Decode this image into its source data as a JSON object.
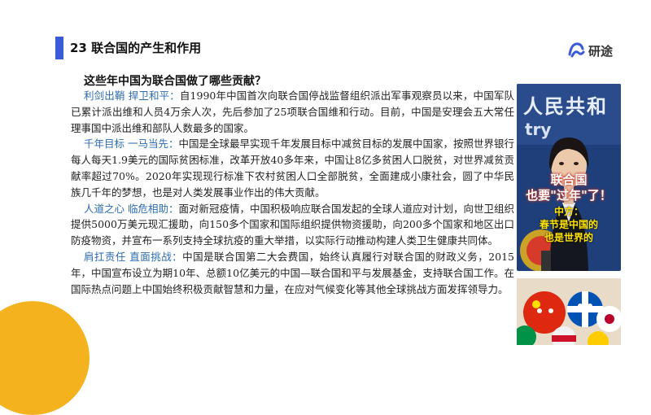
{
  "title": "23 联合国的产生和作用",
  "logo": {
    "text": "研途"
  },
  "question": "这些年中国为联合国做了哪些贡献？",
  "paragraphs": [
    {
      "heading": "利剑出鞘 捍卫和平：",
      "body": "自1990年中国首次向联合国停战监督组织派出军事观察员以来，中国军队已累计派出维和人员4万余人次，先后参加了25项联合国维和行动。目前，中国是安理会五大常任理事国中派出维和部队人数最多的国家。"
    },
    {
      "heading": "千年目标 一马当先：",
      "body": "中国是全球最早实现千年发展目标中减贫目标的发展中国家，按照世界银行每人每天1.9美元的国际贫困标准，改革开放40多年来，中国让8亿多贫困人口脱贫，对世界减贫贡献率超过70%。2020年实现现行标准下农村贫困人口全部脱贫，全面建成小康社会，圆了中华民族几千年的梦想，也是对人类发展事业作出的伟大贡献。"
    },
    {
      "heading": "人道之心 临危相助：",
      "body": "面对新冠疫情，中国积极响应联合国发起的全球人道应对计划，向世卫组织提供5000万美元现汇援助，向150多个国家和国际组织提供物资援助，向200多个国家和地区出口防疫物资，并宣布一系列支持全球抗疫的重大举措，以实际行动推动构建人类卫生健康共同体。"
    },
    {
      "heading": "肩扛责任 直面挑战：",
      "body": "中国是联合国第二大会费国，始终认真履行对联合国的财政义务，2015年，中国宣布设立为期10年、总额10亿美元的中国—联合国和平与发展基金，支持联合国工作。在国际热点问题上中国始终积极贡献智慧和力量，在应对气候变化等其他全球挑战方面发挥领导力。"
    }
  ],
  "photo": {
    "banner": "人民共和",
    "banner_sub": "try",
    "caption1_line1": "联合国",
    "caption1_line2": "也要\"过年\"了！",
    "caption2_line1": "中方：",
    "caption2_line2": "春节是中国的",
    "caption2_line3": "也是世界的"
  },
  "colors": {
    "accent": "#3a5bd9",
    "highlight": "#2b6cb0",
    "corner": "#f5b21f",
    "caption_yellow": "#ffe400"
  }
}
